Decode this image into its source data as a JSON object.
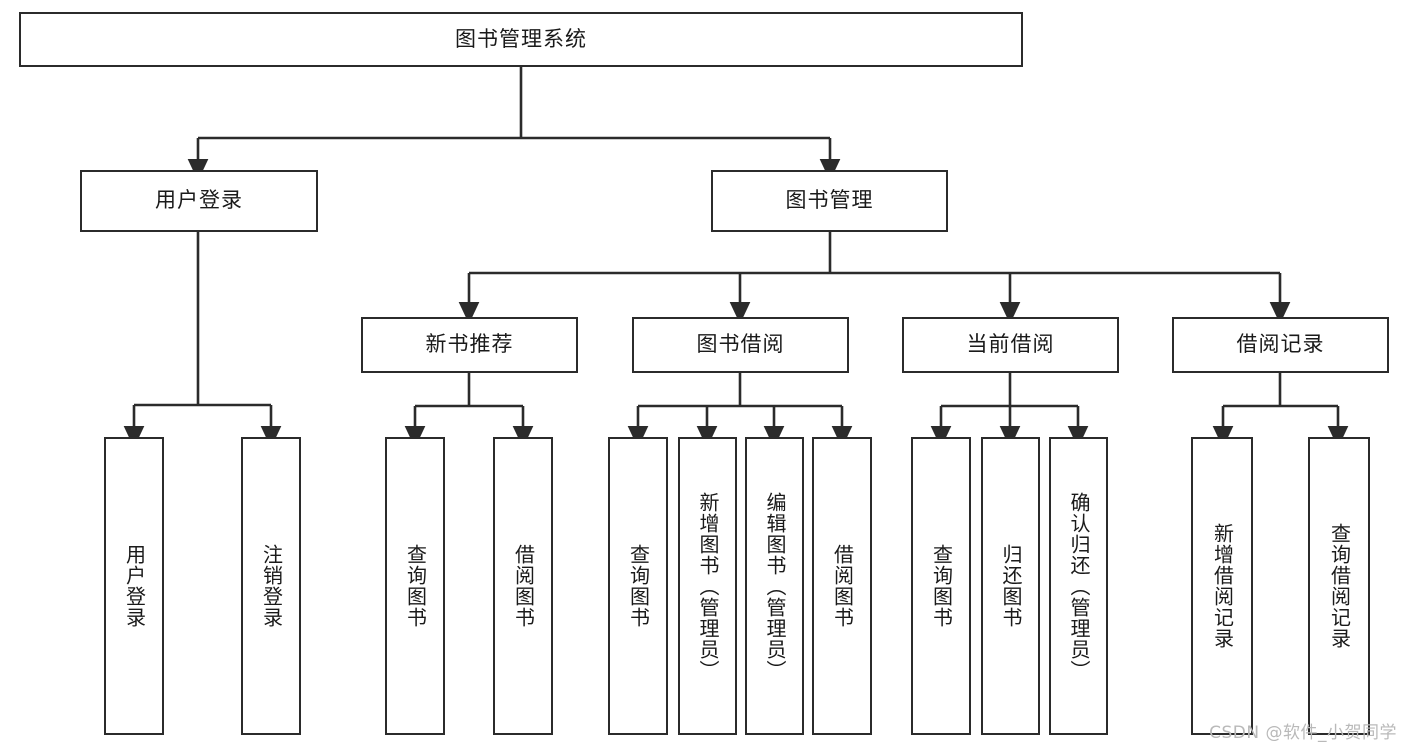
{
  "diagram": {
    "title": "图书管理系统",
    "watermark": "CSDN @软件_小贺同学",
    "colors": {
      "box_border": "#2b2b2b",
      "box_fill": "#ffffff",
      "edge": "#2b2b2b",
      "text": "#1a1a1a",
      "watermark": "#b9b9b9",
      "background": "#ffffff"
    },
    "nodes": {
      "root": "图书管理系统",
      "level2": [
        "用户登录",
        "图书管理"
      ],
      "level3": [
        "新书推荐",
        "图书借阅",
        "当前借阅",
        "借阅记录"
      ],
      "leaves": {
        "user_login": [
          "用户登录",
          "注销登录"
        ],
        "new_book_recommend": [
          "查询图书",
          "借阅图书"
        ],
        "book_borrow": [
          "查询图书",
          "新增图书（管理员）",
          "编辑图书（管理员）",
          "借阅图书"
        ],
        "current_borrow": [
          "查询图书",
          "归还图书",
          "确认归还（管理员）"
        ],
        "borrow_record": [
          "新增借阅记录",
          "查询借阅记录"
        ]
      }
    }
  }
}
